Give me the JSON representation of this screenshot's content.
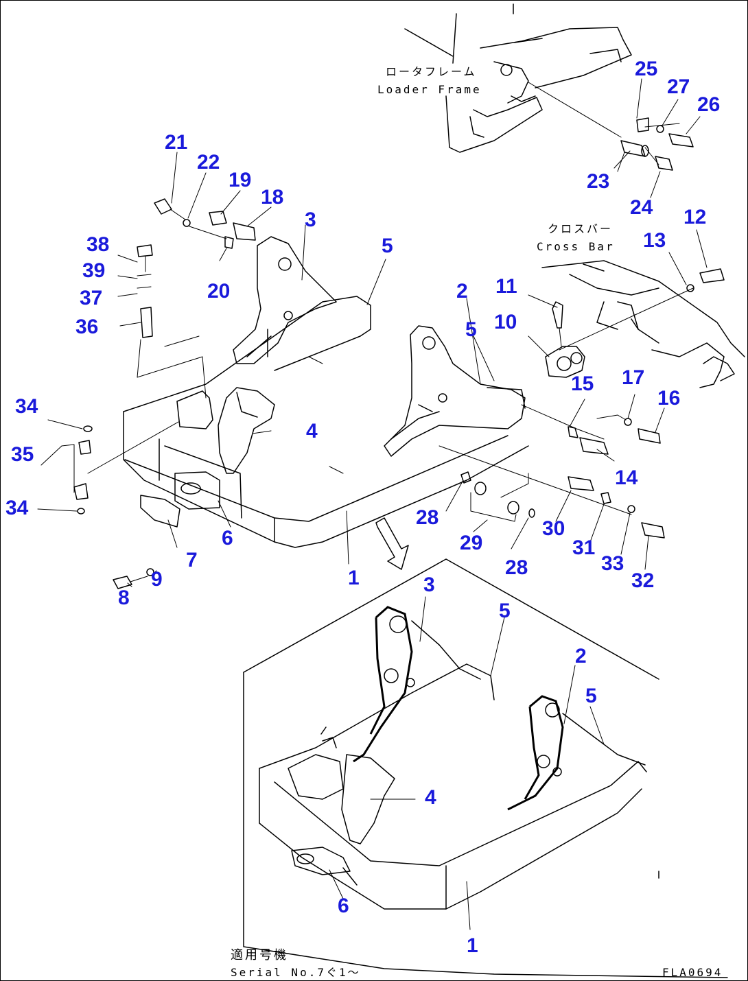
{
  "labels": {
    "loader_frame_jp": "ロータフレーム",
    "loader_frame_en": "Loader Frame",
    "cross_bar_jp": "クロスバー",
    "cross_bar_en": "Cross Bar",
    "serial_jp": "適用号機",
    "serial_en": "Serial No.7ぐ1〜",
    "figure_code": "FLA0694"
  },
  "callouts": {
    "c25": "25",
    "c27": "27",
    "c26": "26",
    "c23": "23",
    "c24": "24",
    "c21": "21",
    "c22": "22",
    "c19": "19",
    "c18": "18",
    "c3a": "3",
    "c5a": "5",
    "c38": "38",
    "c39": "39",
    "c37": "37",
    "c36": "36",
    "c20": "20",
    "c12": "12",
    "c13": "13",
    "c11": "11",
    "c10": "10",
    "c2a": "2",
    "c5b": "5",
    "c15": "15",
    "c17": "17",
    "c16": "16",
    "c34a": "34",
    "c4a": "4",
    "c35": "35",
    "c14": "14",
    "c34b": "34",
    "c28a": "28",
    "c29": "29",
    "c30": "30",
    "c31": "31",
    "c33": "33",
    "c32": "32",
    "c28b": "28",
    "c6a": "6",
    "c7": "7",
    "c8": "8",
    "c9": "9",
    "c1a": "1",
    "c3b": "3",
    "c5c": "5",
    "c2b": "2",
    "c5d": "5",
    "c4b": "4",
    "c6b": "6",
    "c1b": "1"
  }
}
